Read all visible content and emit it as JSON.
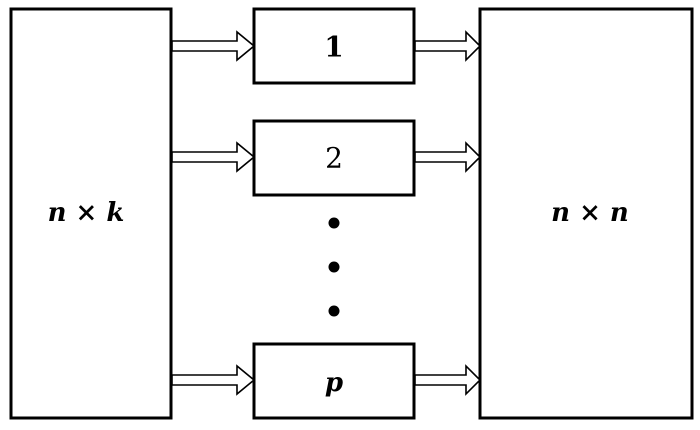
{
  "diagram": {
    "input_block": {
      "label": "n × k"
    },
    "output_block": {
      "label": "n × n"
    },
    "parallel_blocks": [
      {
        "label": "1",
        "italic": false
      },
      {
        "label": "2",
        "italic": false
      },
      {
        "label": "p",
        "italic": true
      }
    ],
    "ellipsis": {
      "count": 3,
      "orientation": "vertical"
    },
    "connections": [
      {
        "from": "input_block",
        "to": "block-1"
      },
      {
        "from": "input_block",
        "to": "block-2"
      },
      {
        "from": "input_block",
        "to": "block-p"
      },
      {
        "from": "block-1",
        "to": "output_block"
      },
      {
        "from": "block-2",
        "to": "output_block"
      },
      {
        "from": "block-p",
        "to": "output_block"
      }
    ],
    "colors": {
      "stroke": "#000000",
      "fill": "#ffffff"
    }
  }
}
